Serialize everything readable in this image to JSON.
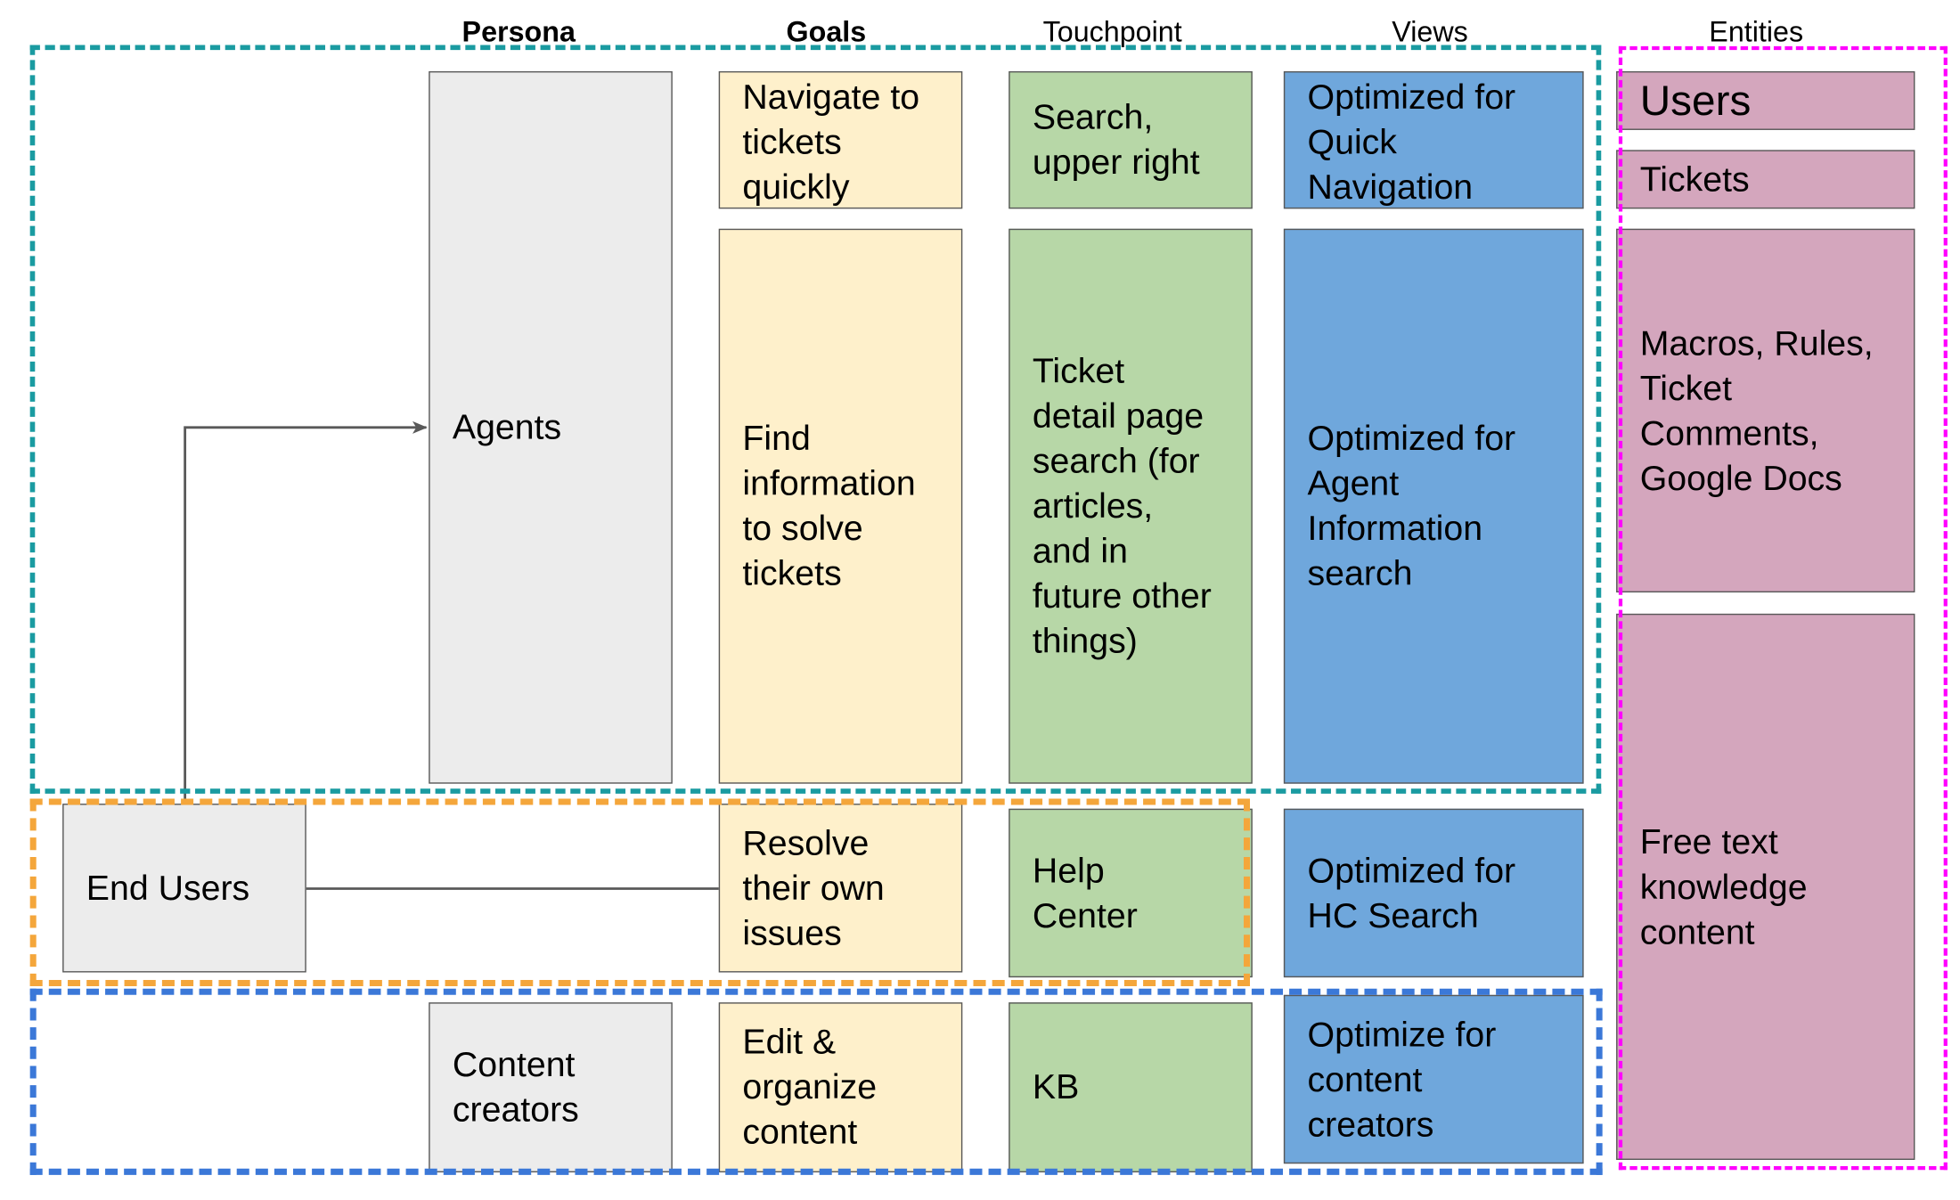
{
  "headers": {
    "persona": "Persona",
    "goals": "Goals",
    "touchpoint": "Touchpoint",
    "views": "Views",
    "entities": "Entities"
  },
  "personas": {
    "agents": "Agents",
    "end_users": "End Users",
    "content_creators": "Content\ncreators"
  },
  "goals": {
    "navigate": "Navigate to\ntickets\nquickly",
    "find_info": "Find\ninformation\nto solve\ntickets",
    "resolve": "Resolve\ntheir own\nissues",
    "edit": "Edit &\norganize\ncontent"
  },
  "touchpoints": {
    "search_upper_right": "Search,\nupper right",
    "ticket_detail": "Ticket\ndetail page\nsearch (for\narticles,\nand in\nfuture other\nthings)",
    "help_center": "Help\nCenter",
    "kb": "KB"
  },
  "views": {
    "quick_nav": "Optimized for\nQuick\nNavigation",
    "agent_info": "Optimized for\nAgent\nInformation\nsearch",
    "hc_search": "Optimized for\nHC Search",
    "content_creators": "Optimize for\ncontent\ncreators"
  },
  "entities": {
    "users": "Users",
    "tickets": "Tickets",
    "macros": "Macros, Rules,\nTicket\nComments,\nGoogle Docs",
    "free_text": "Free text\nknowledge\ncontent"
  },
  "colors": {
    "persona_fill": "#ececec",
    "goal_fill": "#fef0cb",
    "touchpoint_fill": "#b7d7a7",
    "view_fill": "#6fa7dc",
    "entity_fill": "#d4a6bd",
    "agents_group": "#1a9ba1",
    "end_users_group": "#f4a63b",
    "content_creators_group": "#3b78d8",
    "entities_group": "#ff00ff",
    "connector": "#595959"
  }
}
